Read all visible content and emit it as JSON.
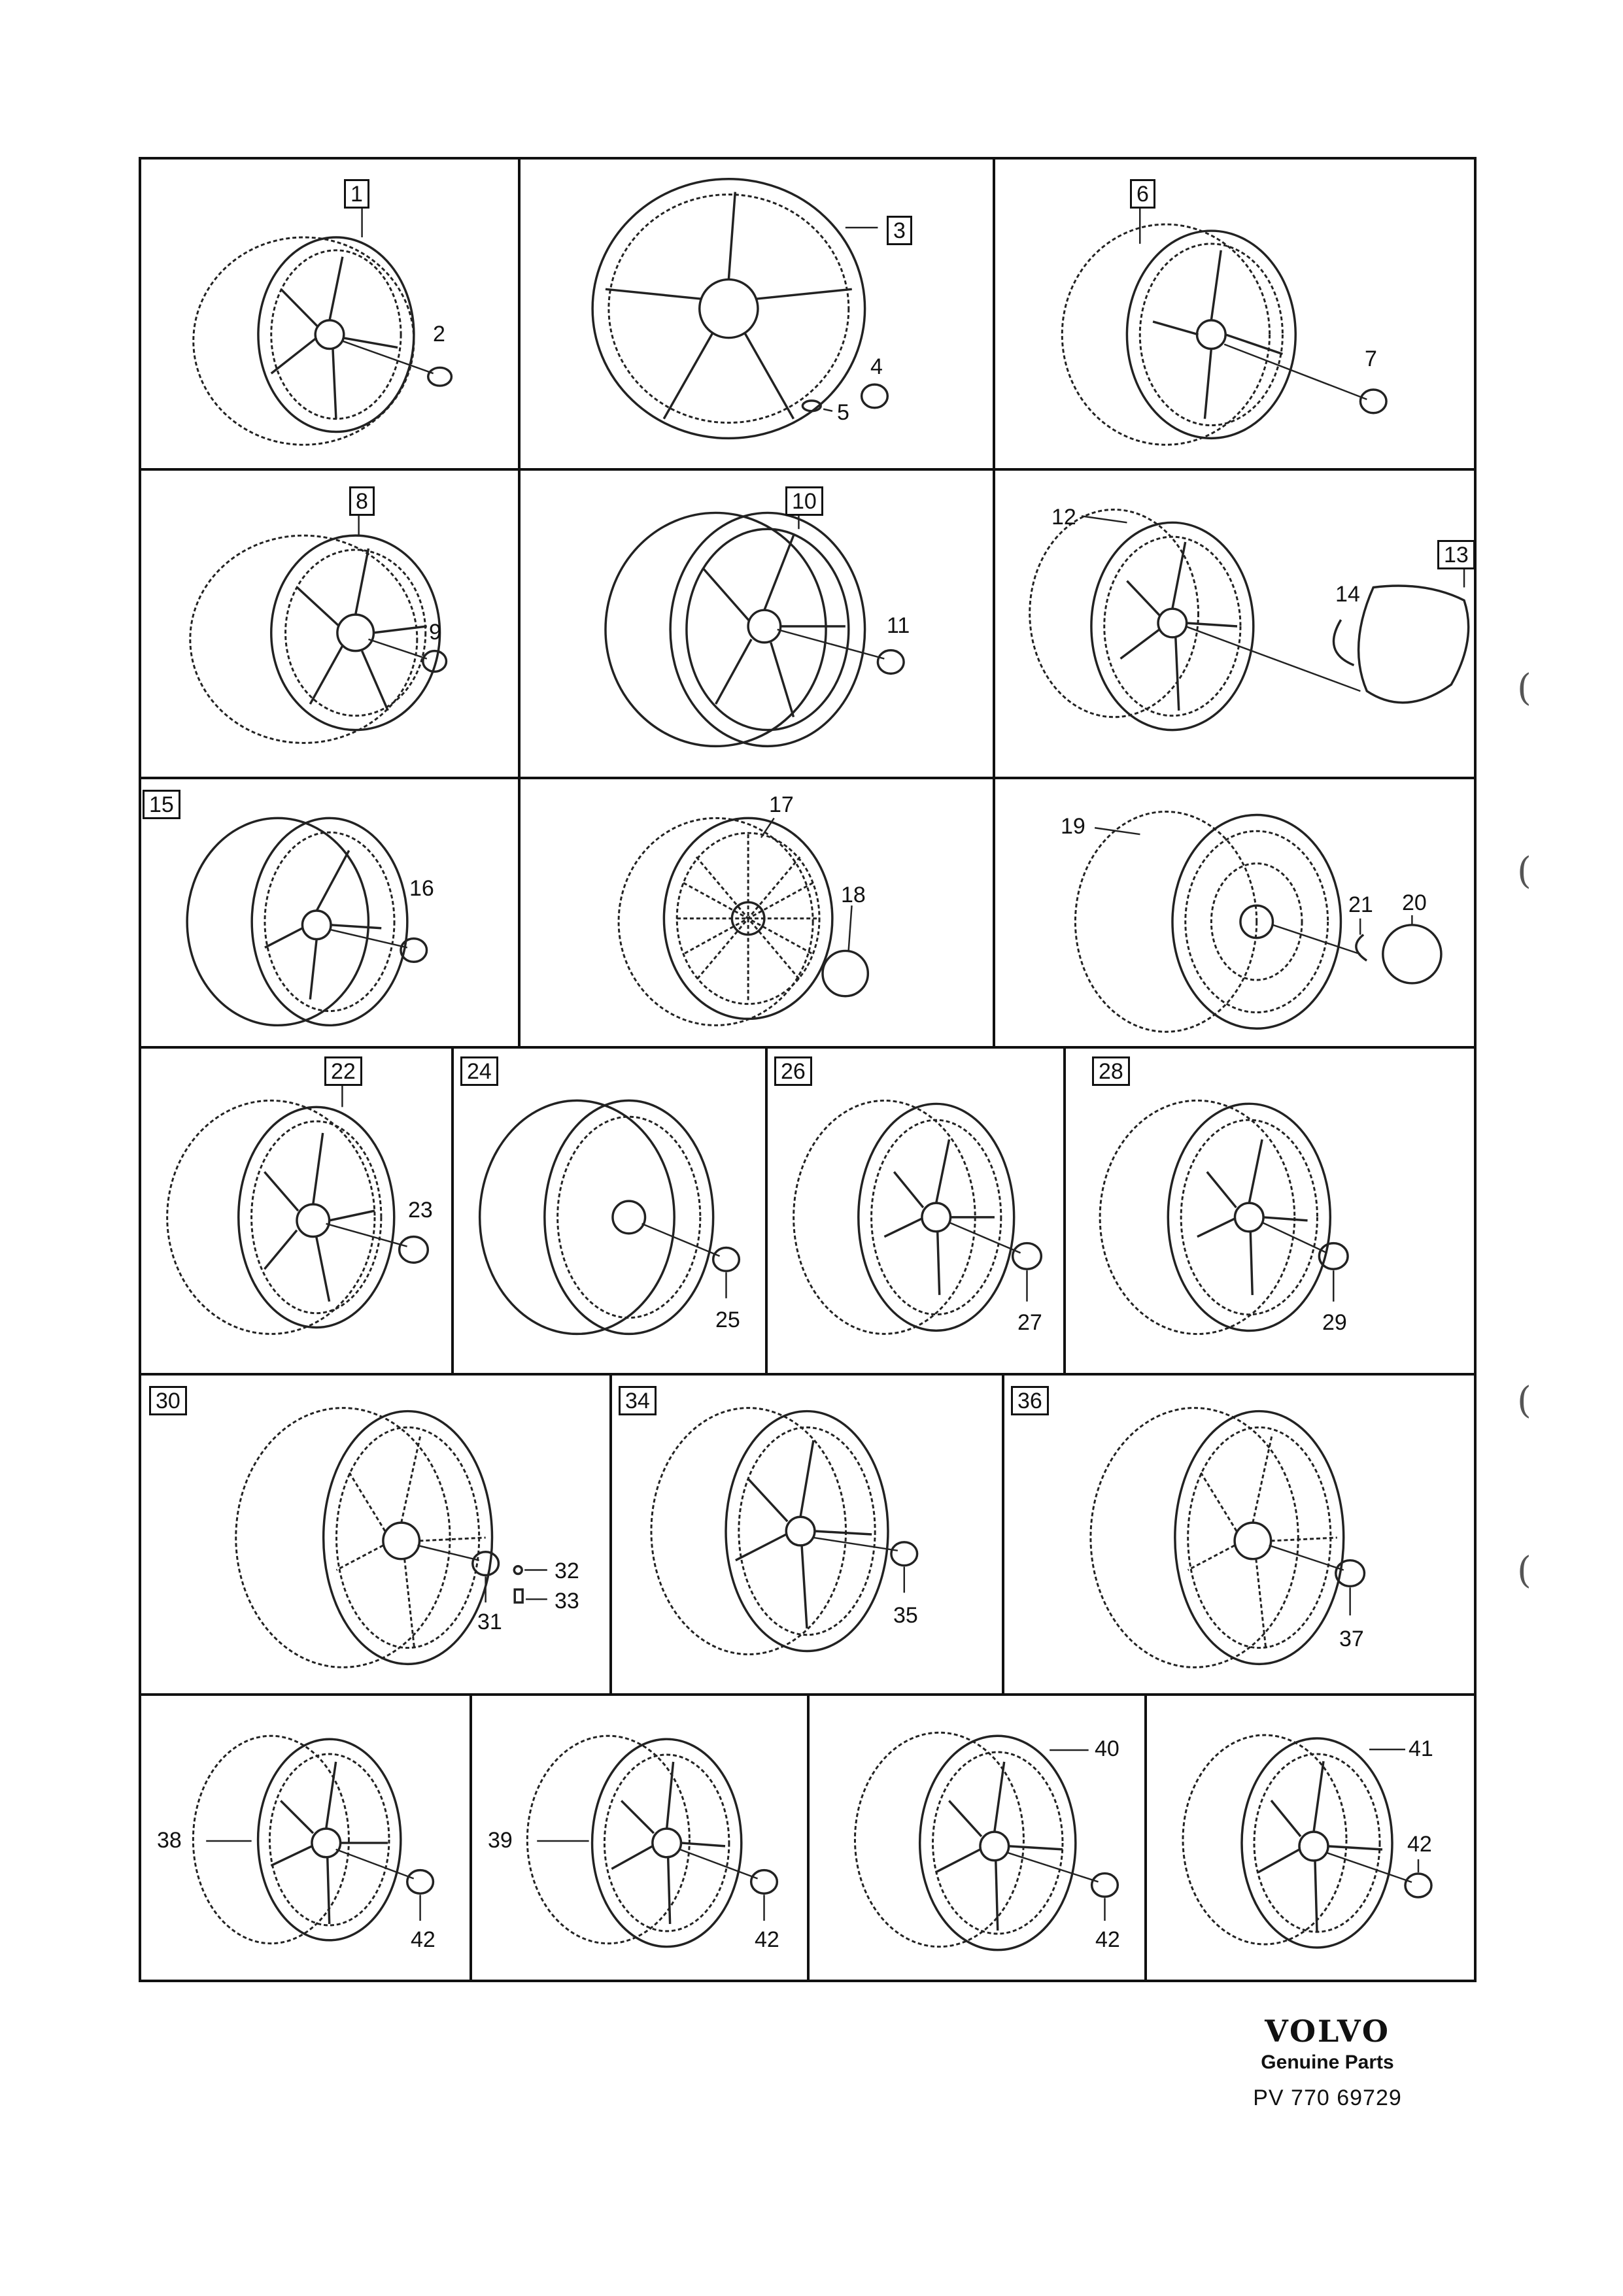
{
  "brand": {
    "logo": "VOLVO",
    "subtitle": "Genuine Parts",
    "reference": "PV 770 69729"
  },
  "rows": [
    {
      "cells": [
        {
          "labels": [
            {
              "text": "1",
              "boxed": true
            },
            {
              "text": "2",
              "boxed": false
            }
          ]
        },
        {
          "labels": [
            {
              "text": "3",
              "boxed": true
            },
            {
              "text": "4",
              "boxed": false
            },
            {
              "text": "5",
              "boxed": false
            }
          ]
        },
        {
          "labels": [
            {
              "text": "6",
              "boxed": true
            },
            {
              "text": "7",
              "boxed": false
            }
          ]
        }
      ]
    },
    {
      "cells": [
        {
          "labels": [
            {
              "text": "8",
              "boxed": true
            },
            {
              "text": "9",
              "boxed": false
            }
          ]
        },
        {
          "labels": [
            {
              "text": "10",
              "boxed": true
            },
            {
              "text": "11",
              "boxed": false
            }
          ]
        },
        {
          "labels": [
            {
              "text": "12",
              "boxed": false
            },
            {
              "text": "13",
              "boxed": true
            },
            {
              "text": "14",
              "boxed": false
            }
          ]
        }
      ]
    },
    {
      "cells": [
        {
          "labels": [
            {
              "text": "15",
              "boxed": true
            },
            {
              "text": "16",
              "boxed": false
            }
          ]
        },
        {
          "labels": [
            {
              "text": "17",
              "boxed": false
            },
            {
              "text": "18",
              "boxed": false
            }
          ]
        },
        {
          "labels": [
            {
              "text": "19",
              "boxed": false
            },
            {
              "text": "21",
              "boxed": false
            },
            {
              "text": "20",
              "boxed": false
            }
          ]
        }
      ]
    },
    {
      "cells": [
        {
          "labels": [
            {
              "text": "22",
              "boxed": true
            },
            {
              "text": "23",
              "boxed": false
            }
          ]
        },
        {
          "labels": [
            {
              "text": "24",
              "boxed": true
            },
            {
              "text": "25",
              "boxed": false
            }
          ]
        },
        {
          "labels": [
            {
              "text": "26",
              "boxed": true
            },
            {
              "text": "27",
              "boxed": false
            }
          ]
        },
        {
          "labels": [
            {
              "text": "28",
              "boxed": true
            },
            {
              "text": "29",
              "boxed": false
            }
          ]
        }
      ]
    },
    {
      "cells": [
        {
          "labels": [
            {
              "text": "30",
              "boxed": true
            },
            {
              "text": "32",
              "boxed": false
            },
            {
              "text": "33",
              "boxed": false
            },
            {
              "text": "31",
              "boxed": false
            }
          ]
        },
        {
          "labels": [
            {
              "text": "34",
              "boxed": true
            },
            {
              "text": "35",
              "boxed": false
            }
          ]
        },
        {
          "labels": [
            {
              "text": "36",
              "boxed": true
            },
            {
              "text": "37",
              "boxed": false
            }
          ]
        }
      ]
    },
    {
      "cells": [
        {
          "labels": [
            {
              "text": "38",
              "boxed": false
            },
            {
              "text": "42",
              "boxed": false
            }
          ]
        },
        {
          "labels": [
            {
              "text": "39",
              "boxed": false
            },
            {
              "text": "42",
              "boxed": false
            }
          ]
        },
        {
          "labels": [
            {
              "text": "40",
              "boxed": false
            },
            {
              "text": "42",
              "boxed": false
            }
          ]
        },
        {
          "labels": [
            {
              "text": "41",
              "boxed": false
            },
            {
              "text": "42",
              "boxed": false
            }
          ]
        }
      ]
    }
  ],
  "margin_marks": [
    "(",
    "(",
    "(",
    "("
  ]
}
